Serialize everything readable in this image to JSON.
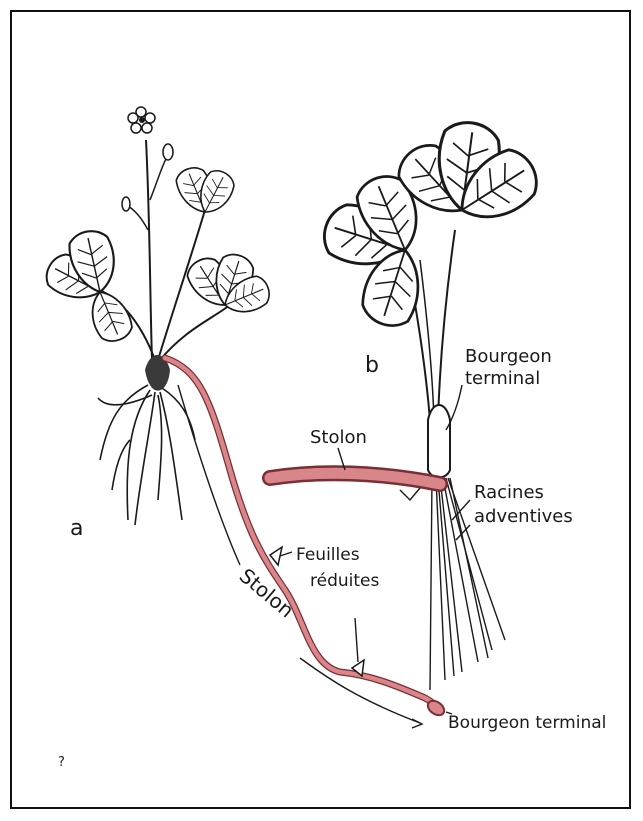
{
  "labels": {
    "plant_a": "a",
    "plant_b": "b",
    "stolon_b": "Stolon",
    "stolon_a": "Stolon",
    "bourgeon_terminal_b_line1": "Bourgeon",
    "bourgeon_terminal_b_line2": "terminal",
    "racines_line1": "Racines",
    "racines_line2": "adventives",
    "feuilles_line1": "Feuilles",
    "feuilles_line2": "réduites",
    "bourgeon_terminal_a": "Bourgeon terminal",
    "corner_mark": "?"
  },
  "colors": {
    "stolon": "#d9868b",
    "stolon_edge": "#7a2f34",
    "ink": "#1a1a1a",
    "frame": "#111111"
  }
}
